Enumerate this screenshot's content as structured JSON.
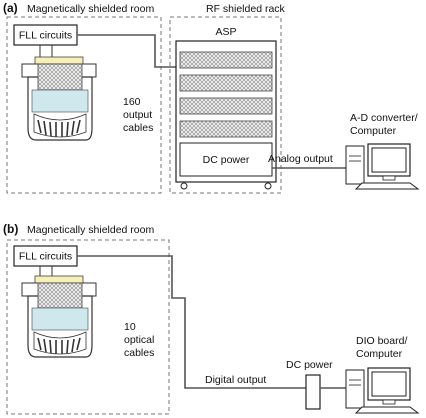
{
  "panel_a": {
    "label": "(a)",
    "shielded_room_label": "Magnetically shielded room",
    "rf_rack_label": "RF shielded  rack",
    "fll_label": "FLL circuits",
    "asp_label": "ASP",
    "dc_power_label": "DC power",
    "cables_label": [
      "160",
      "output",
      "cables"
    ],
    "analog_output_label": "Analog output",
    "computer_label": [
      "A-D converter/",
      "Computer"
    ]
  },
  "panel_b": {
    "label": "(b)",
    "shielded_room_label": "Magnetically  shielded room",
    "fll_label": "FLL circuits",
    "cables_label": [
      "10",
      "optical",
      "cables"
    ],
    "digital_output_label": "Digital output",
    "dc_power_label": "DC power",
    "computer_label": [
      "DIO board/",
      "Computer"
    ]
  }
}
